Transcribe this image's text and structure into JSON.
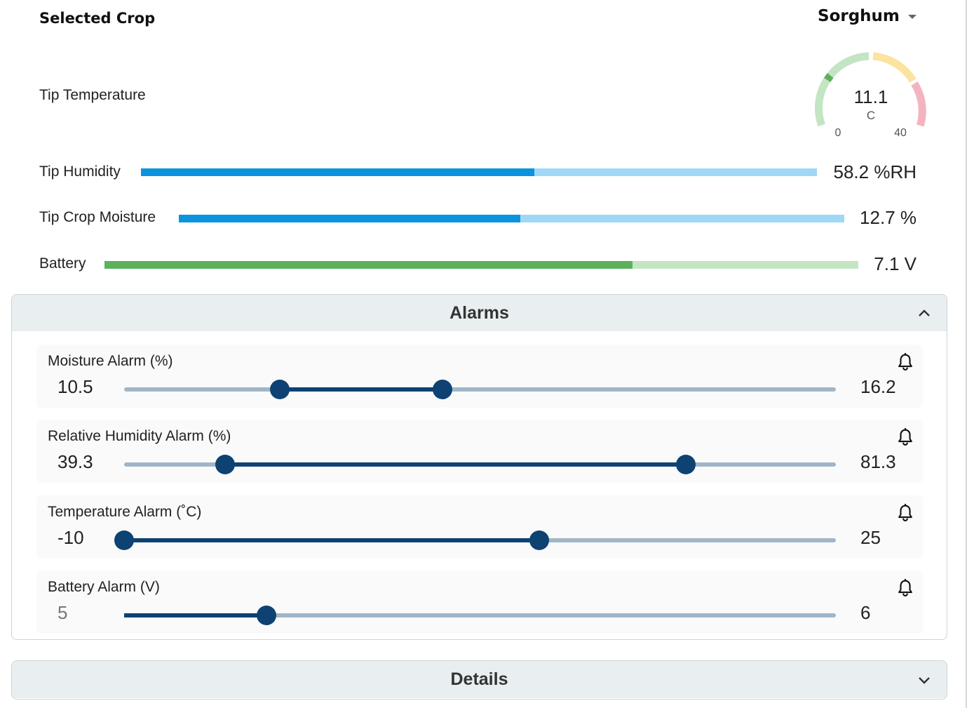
{
  "header": {
    "title": "Selected Crop",
    "crop": "Sorghum"
  },
  "temperature": {
    "label": "Tip Temperature",
    "value": "11.1",
    "unit": "C",
    "min": "0",
    "max": "40",
    "current": 11.1,
    "range": [
      0,
      40
    ]
  },
  "metrics": [
    {
      "label": "Tip Humidity",
      "value": "58.2 %RH",
      "fraction": 0.582,
      "fill_color": "#0b93e0",
      "track_color": "#9fd8f7"
    },
    {
      "label": "Tip Crop Moisture",
      "value": "12.7 %",
      "fraction": 0.513,
      "fill_color": "#0b93e0",
      "track_color": "#9fd8f7"
    },
    {
      "label": "Battery",
      "value": "7.1 V",
      "fraction": 0.7,
      "fill_color": "#5cb25a",
      "track_color": "#c3e5c3"
    }
  ],
  "alarms": {
    "title": "Alarms",
    "expanded": true,
    "items": [
      {
        "label": "Moisture Alarm (%)",
        "min_label": "10.5",
        "max_label": "16.2",
        "low": 0.219,
        "high": 0.447,
        "icon": "bell-icon"
      },
      {
        "label": "Relative Humidity Alarm (%)",
        "min_label": "39.3",
        "max_label": "81.3",
        "low": 0.142,
        "high": 0.789,
        "icon": "bell-icon"
      },
      {
        "label": "Temperature Alarm (˚C)",
        "min_label": "-10",
        "max_label": "25",
        "low": 0.0,
        "high": 0.583,
        "icon": "bell-icon"
      },
      {
        "label": "Battery Alarm (V)",
        "min_label": "5",
        "max_label": "6",
        "low": 0.0,
        "high": 0.2,
        "icon": "bell-icon",
        "min_muted": true
      }
    ]
  },
  "details": {
    "title": "Details",
    "expanded": false
  },
  "colors": {
    "accent": "#0d4273",
    "slider_track": "#a0b6c8",
    "gauge_green": "#c3e5c3",
    "gauge_yellow": "#fbe3a0",
    "gauge_red": "#f4b3c0",
    "gauge_needle": "#5cb25a"
  }
}
